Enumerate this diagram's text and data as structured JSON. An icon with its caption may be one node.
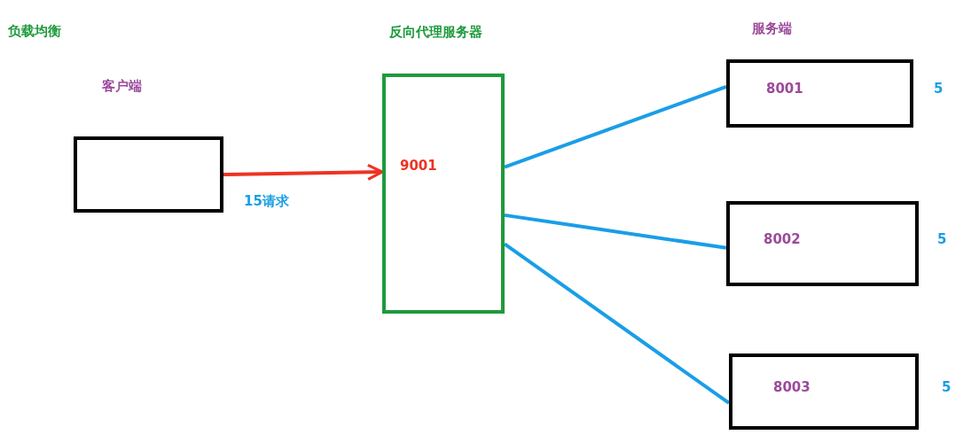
{
  "diagram": {
    "title": "负载均衡",
    "nodes": [
      {
        "text": [
          "客户端"
        ]
      },
      {
        "text": [
          "反向代理服务器",
          "9001"
        ]
      },
      {
        "text": [
          "8001"
        ],
        "beside": [
          "5"
        ]
      },
      {
        "text": [
          "8002"
        ],
        "beside": [
          "5"
        ]
      },
      {
        "text": [
          "8003"
        ],
        "beside": [
          "5"
        ]
      }
    ],
    "edges": [
      {
        "from": 0,
        "to": 1,
        "arrow": "to",
        "label": "15请求",
        "color": "#ee3322"
      },
      {
        "from": 1,
        "to": 2,
        "arrow": "none"
      },
      {
        "from": 1,
        "to": 3,
        "arrow": "none"
      },
      {
        "from": 1,
        "to": 4,
        "arrow": "none"
      }
    ],
    "labels": [
      "服务端"
    ]
  }
}
